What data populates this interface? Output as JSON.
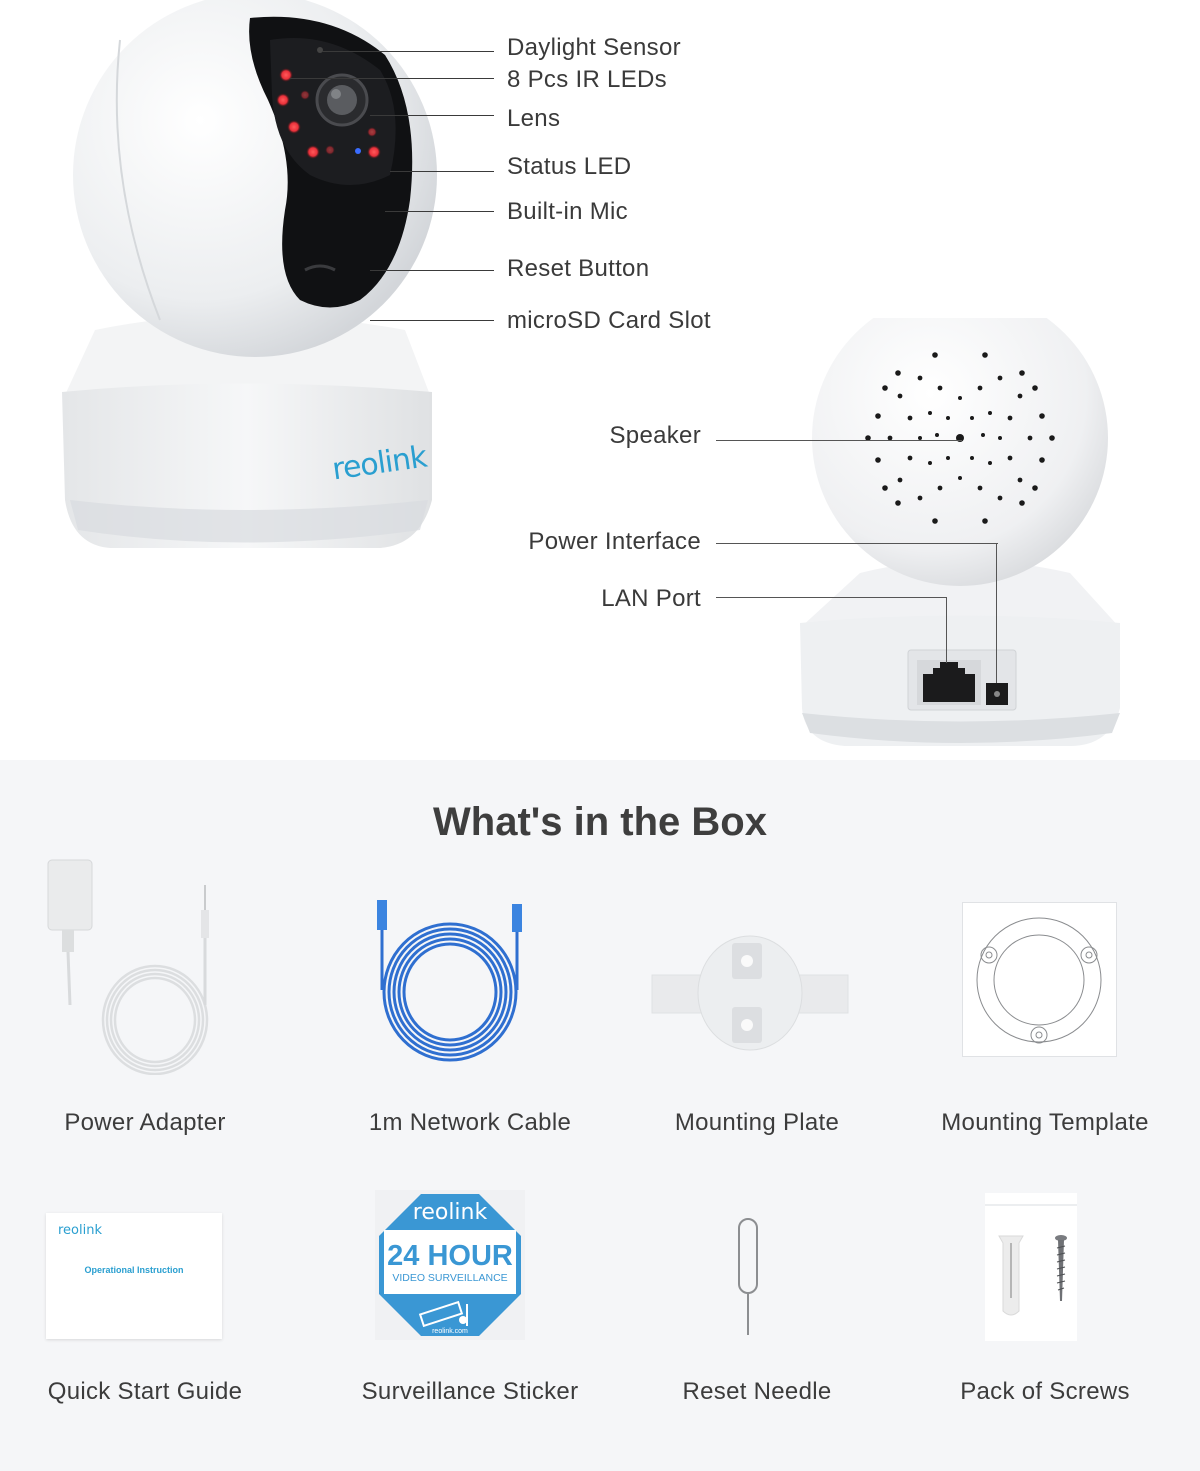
{
  "front_view": {
    "brand": "reolink",
    "callouts": [
      {
        "label": "Daylight Sensor"
      },
      {
        "label": "8 Pcs IR LEDs"
      },
      {
        "label": "Lens"
      },
      {
        "label": "Status LED"
      },
      {
        "label": "Built-in Mic"
      },
      {
        "label": "Reset Button"
      },
      {
        "label": "microSD Card Slot"
      }
    ]
  },
  "back_view": {
    "callouts": [
      {
        "label": "Speaker"
      },
      {
        "label": "Power Interface"
      },
      {
        "label": "LAN Port"
      }
    ]
  },
  "box": {
    "title": "What's in the Box",
    "items": [
      {
        "label": "Power Adapter",
        "icon": "power-adapter-icon"
      },
      {
        "label": "1m Network Cable",
        "icon": "network-cable-icon"
      },
      {
        "label": "Mounting Plate",
        "icon": "mounting-plate-icon"
      },
      {
        "label": "Mounting Template",
        "icon": "mounting-template-icon"
      },
      {
        "label": "Quick Start Guide",
        "icon": "quick-start-guide-icon"
      },
      {
        "label": "Surveillance Sticker",
        "icon": "surveillance-sticker-icon"
      },
      {
        "label": "Reset Needle",
        "icon": "reset-needle-icon"
      },
      {
        "label": "Pack of Screws",
        "icon": "screws-pack-icon"
      }
    ],
    "guide": {
      "brand": "reolink",
      "title": "Operational Instruction"
    },
    "sticker": {
      "brand": "reolink",
      "headline": "24 HOUR",
      "subline": "VIDEO SURVEILLANCE",
      "footer": "reolink.com"
    }
  },
  "colors": {
    "brand_blue": "#2a9fd0",
    "sticker_blue": "#3a97d4",
    "cable_blue": "#2f6fd0",
    "ir_red": "#e8303a",
    "text": "#3a3a3a",
    "panel_bg": "#f5f6f8"
  }
}
